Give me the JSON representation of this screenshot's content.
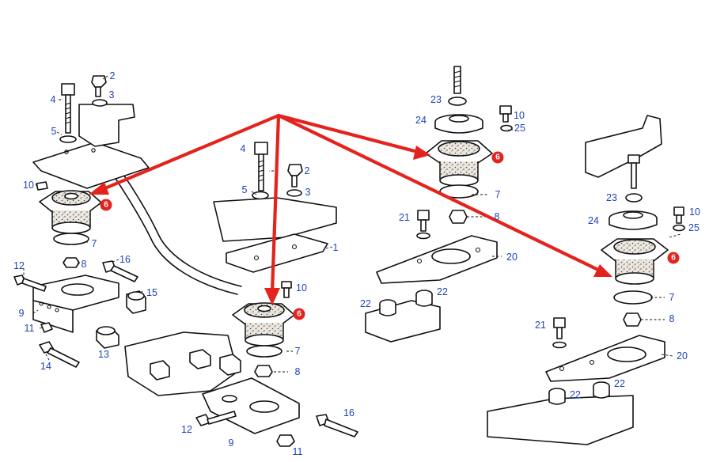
{
  "diagram": {
    "callouts": {
      "n1": "1",
      "n2": "2",
      "n3": "3",
      "n4": "4",
      "n5": "5",
      "n6": "6",
      "n7": "7",
      "n8": "8",
      "n9": "9",
      "n10": "10",
      "n11": "11",
      "n12": "12",
      "n13": "13",
      "n14": "14",
      "n15": "15",
      "n16": "16",
      "n20": "20",
      "n21": "21",
      "n22": "22",
      "n23": "23",
      "n24": "24",
      "n25": "25"
    },
    "colors": {
      "callout_text": "#1f44b8",
      "arrow": "#e4231d",
      "badge": "#e4231d",
      "line": "#111111"
    }
  }
}
